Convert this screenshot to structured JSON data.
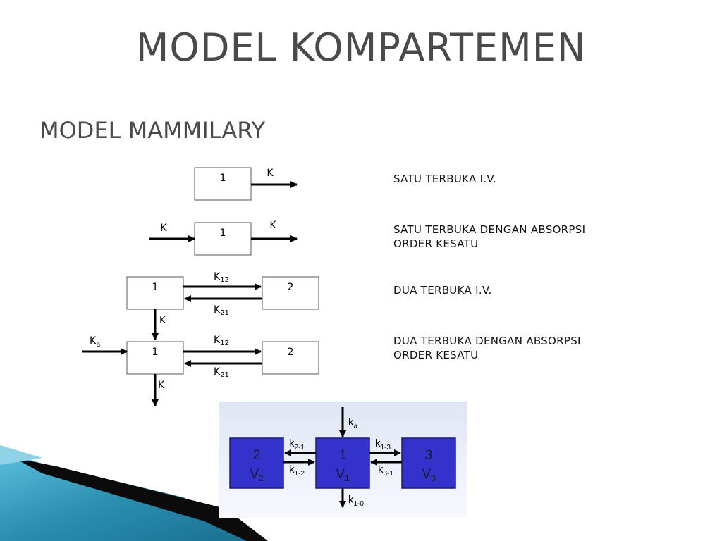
{
  "title": "MODEL KOMPARTEMEN",
  "subtitle": "MODEL MAMMILARY",
  "models": [
    {
      "label": "SATU TERBUKA I.V."
    },
    {
      "label_line1": "SATU TERBUKA DENGAN ABSORPSI",
      "label_line2": "ORDER KESATU"
    },
    {
      "label": "DUA TERBUKA I.V."
    },
    {
      "label_line1": "DUA TERBUKA DENGAN ABSORPSI",
      "label_line2": "ORDER KESATU"
    }
  ],
  "diagram": {
    "one": "1",
    "two": "2",
    "k": "K",
    "k_base": "K",
    "sub_12": "12",
    "sub_21": "21",
    "ka_sub": "a"
  },
  "three_comp": {
    "c2_num": "2",
    "c2_v": "V",
    "c2_vsub": "2",
    "c1_num": "1",
    "c1_v": "V",
    "c1_vsub": "1",
    "c3_num": "3",
    "c3_v": "V",
    "c3_vsub": "3",
    "k": "k",
    "ka_sub": "a",
    "k21_sub": "2-1",
    "k12_sub": "1-2",
    "k13_sub": "1-3",
    "k31_sub": "3-1",
    "k10_sub": "1-0"
  },
  "colors": {
    "compartment_fill": "#3333cc",
    "panel_bg": "#e6ecf6",
    "decor_teal": "#2a8fb0"
  }
}
